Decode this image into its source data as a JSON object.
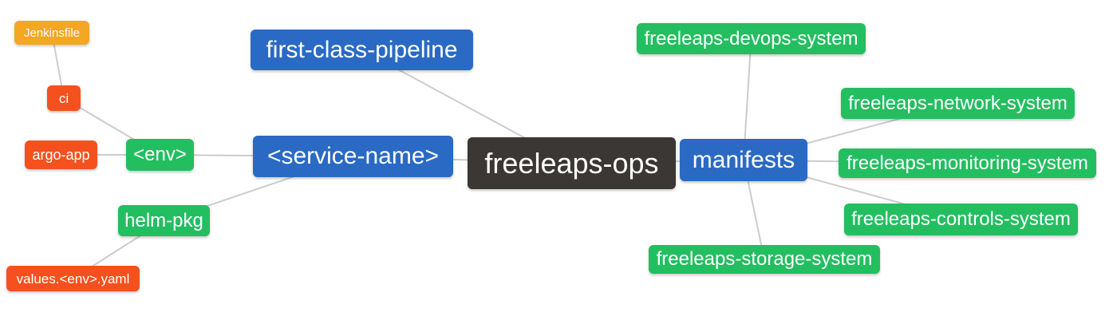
{
  "diagram": {
    "type": "mindmap",
    "root_label": "freeleaps-ops",
    "palette": {
      "dark": "#3A3734",
      "blue": "#2A6AC4",
      "green": "#23BE60",
      "red": "#F4511E",
      "orange": "#F5A623",
      "edge": "#CCCCCC",
      "background": "#FFFFFF",
      "text": "#FFFFFF"
    },
    "nodes": [
      {
        "id": "jenkinsfile",
        "label": "Jenkinsfile",
        "color": "orange"
      },
      {
        "id": "ci",
        "label": "ci",
        "color": "red"
      },
      {
        "id": "argo-app",
        "label": "argo-app",
        "color": "red"
      },
      {
        "id": "env",
        "label": "<env>",
        "color": "green"
      },
      {
        "id": "helm-pkg",
        "label": "helm-pkg",
        "color": "green"
      },
      {
        "id": "values-env-yaml",
        "label": "values.<env>.yaml",
        "color": "red"
      },
      {
        "id": "first-class-pipeline",
        "label": "first-class-pipeline",
        "color": "blue"
      },
      {
        "id": "service-name",
        "label": "<service-name>",
        "color": "blue"
      },
      {
        "id": "freeleaps-ops",
        "label": "freeleaps-ops",
        "color": "dark"
      },
      {
        "id": "manifests",
        "label": "manifests",
        "color": "blue"
      },
      {
        "id": "freeleaps-devops-system",
        "label": "freeleaps-devops-system",
        "color": "green"
      },
      {
        "id": "freeleaps-network-system",
        "label": "freeleaps-network-system",
        "color": "green"
      },
      {
        "id": "freeleaps-monitoring-system",
        "label": "freeleaps-monitoring-system",
        "color": "green"
      },
      {
        "id": "freeleaps-controls-system",
        "label": "freeleaps-controls-system",
        "color": "green"
      },
      {
        "id": "freeleaps-storage-system",
        "label": "freeleaps-storage-system",
        "color": "green"
      }
    ],
    "edges": [
      [
        "jenkinsfile",
        "ci"
      ],
      [
        "ci",
        "env"
      ],
      [
        "argo-app",
        "env"
      ],
      [
        "env",
        "service-name"
      ],
      [
        "helm-pkg",
        "service-name"
      ],
      [
        "values-env-yaml",
        "helm-pkg"
      ],
      [
        "service-name",
        "freeleaps-ops"
      ],
      [
        "first-class-pipeline",
        "freeleaps-ops"
      ],
      [
        "freeleaps-ops",
        "manifests"
      ],
      [
        "manifests",
        "freeleaps-devops-system"
      ],
      [
        "manifests",
        "freeleaps-network-system"
      ],
      [
        "manifests",
        "freeleaps-monitoring-system"
      ],
      [
        "manifests",
        "freeleaps-controls-system"
      ],
      [
        "manifests",
        "freeleaps-storage-system"
      ]
    ]
  }
}
